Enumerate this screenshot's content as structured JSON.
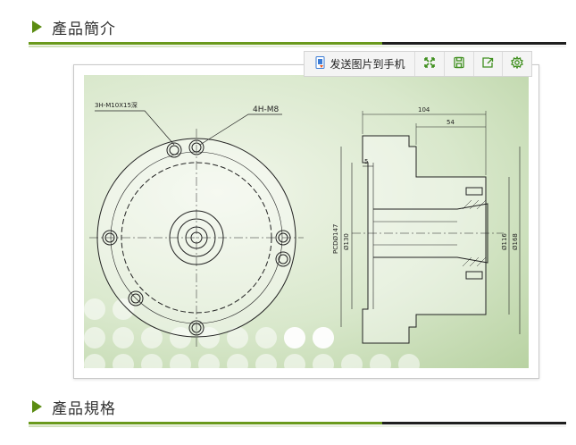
{
  "sections": {
    "intro_title": "產品簡介",
    "spec_title": "產品規格"
  },
  "toolbar": {
    "send_label": "发送图片到手机",
    "icons": [
      "phone-send-icon",
      "fullscreen-icon",
      "save-icon",
      "share-icon",
      "settings-icon"
    ]
  },
  "drawing": {
    "front_view": {
      "thread_note_1": "3H-M10X15深",
      "thread_note_2": "4H-M8"
    },
    "side_view": {
      "dim_overall_length": "104",
      "dim_partial_length": "54",
      "dim_flange_thickness": "5",
      "dim_pcd": "PCDØ147",
      "dim_pilot_dia": "Ø130",
      "dim_body_dia": "Ø116",
      "dim_outer_dia": "Ø168"
    }
  },
  "colors": {
    "accent_green": "#6a9a1c",
    "arrow_green": "#5b8c12",
    "dark_rule": "#1f1f1f"
  }
}
